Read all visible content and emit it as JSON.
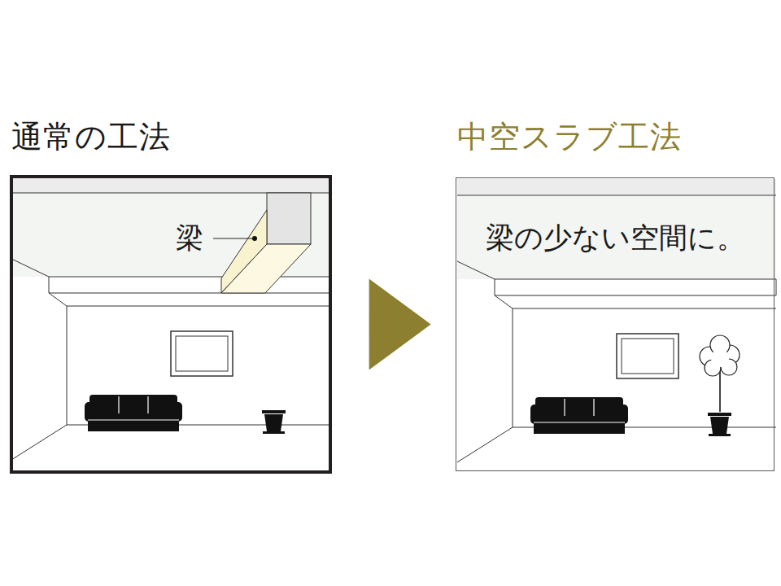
{
  "diagram": {
    "nodes": [
      {
        "text": [
          "通常の工法"
        ]
      },
      {
        "text": [
          "中空スラブ工法",
          "梁の少ない空間に。"
        ]
      }
    ],
    "edges": [
      {
        "from": 0,
        "to": 1,
        "arrow": "to"
      }
    ],
    "labels": [
      "梁"
    ]
  }
}
